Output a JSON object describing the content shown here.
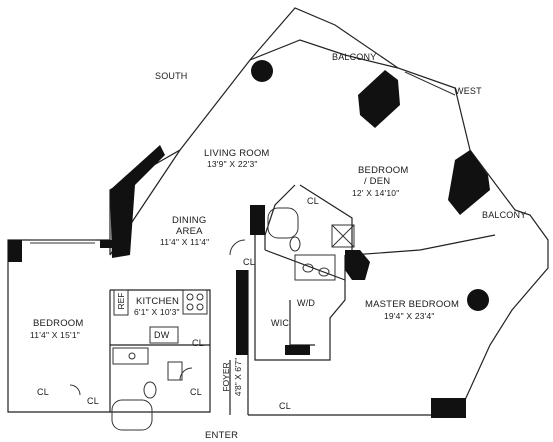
{
  "compass": {
    "south": "SOUTH",
    "west": "WEST"
  },
  "balconies": {
    "north": "BALCONY",
    "east": "BALCONY"
  },
  "rooms": {
    "living": {
      "name": "LIVING ROOM",
      "dims": "13'9\" X 22'3\""
    },
    "den": {
      "name": "BEDROOM",
      "name2": "/ DEN",
      "dims": "12' X 14'10\""
    },
    "dining": {
      "name": "DINING",
      "name2": "AREA",
      "dims": "11'4\" X 11'4\""
    },
    "bedroom": {
      "name": "BEDROOM",
      "dims": "11'4\" X 15'1\""
    },
    "kitchen": {
      "name": "KITCHEN",
      "dims": "6'1\" X 10'3\""
    },
    "master": {
      "name": "MASTER BEDROOM",
      "dims": "19'4\" X 23'4\""
    },
    "foyer": {
      "name": "FOYER",
      "dims": "4'8\" X 6'7\""
    },
    "wic": "WIC",
    "wd": "W/D",
    "ref": "REF",
    "dw": "DW",
    "enter": "ENTER"
  },
  "closets": [
    "CL",
    "CL",
    "CL",
    "CL",
    "CL",
    "CL",
    "CL"
  ]
}
